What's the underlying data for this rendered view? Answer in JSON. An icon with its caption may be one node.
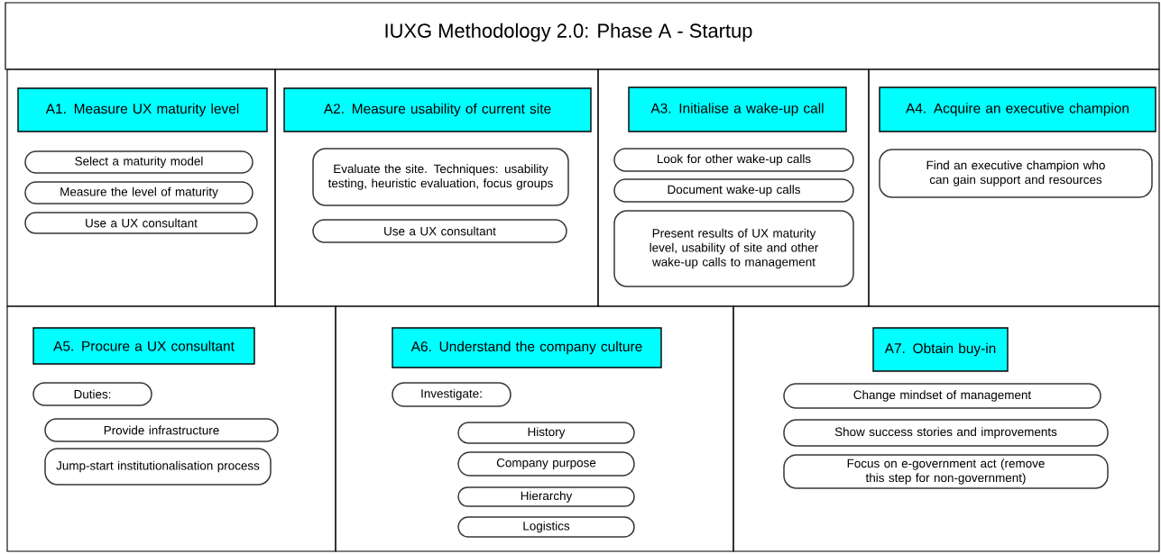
{
  "diagram": {
    "title": "IUXG Methodology 2.0: Phase A - Startup",
    "nodes": [
      {
        "text": [],
        "shape": "box"
      },
      {
        "text": [
          "A1. Measure UX maturity level"
        ],
        "in": 0
      },
      {
        "text": [
          "Select a maturity model"
        ],
        "in": 0
      },
      {
        "text": [
          "Measure the level of maturity"
        ],
        "in": 0
      },
      {
        "text": [
          "Use a UX consultant"
        ],
        "in": 0
      },
      {
        "text": [],
        "shape": "box"
      },
      {
        "text": [
          "A2. Measure usability of current site"
        ],
        "in": 5
      },
      {
        "text": [
          "Evaluate the site. Techniques: usability testing, heuristic evaluation, focus groups"
        ],
        "in": 5
      },
      {
        "text": [
          "Use a UX consultant"
        ],
        "in": 5
      },
      {
        "text": [],
        "shape": "box"
      },
      {
        "text": [
          "A3. Initialise a wake-up call"
        ],
        "in": 9
      },
      {
        "text": [
          "Look for other wake-up calls"
        ],
        "in": 9
      },
      {
        "text": [
          "Document wake-up calls"
        ],
        "in": 9
      },
      {
        "text": [
          "Present results of UX maturity level, usability of site and other wake-up calls to management"
        ],
        "in": 9
      },
      {
        "text": [],
        "shape": "box"
      },
      {
        "text": [
          "A4. Acquire an executive champion"
        ],
        "in": 14
      },
      {
        "text": [
          "Find an executive champion who can gain support and resources"
        ],
        "in": 14
      },
      {
        "text": [],
        "shape": "box"
      },
      {
        "text": [
          "A5. Procure a UX consultant"
        ],
        "in": 17
      },
      {
        "text": [
          "Duties:"
        ],
        "in": 17
      },
      {
        "text": [
          "Provide infrastructure"
        ],
        "in": 17
      },
      {
        "text": [
          "Jump-start institutionalisation process"
        ],
        "in": 17
      },
      {
        "text": [],
        "shape": "box"
      },
      {
        "text": [
          "A6. Understand the company culture"
        ],
        "in": 22
      },
      {
        "text": [
          "Investigate:"
        ],
        "in": 22
      },
      {
        "text": [
          "History"
        ],
        "in": 22
      },
      {
        "text": [
          "Company purpose"
        ],
        "in": 22
      },
      {
        "text": [
          "Hierarchy"
        ],
        "in": 22
      },
      {
        "text": [
          "Logistics"
        ],
        "in": 22
      },
      {
        "text": [],
        "shape": "box"
      },
      {
        "text": [
          "A7. Obtain buy-in"
        ],
        "in": 29
      },
      {
        "text": [
          "Change mindset of management"
        ],
        "in": 29
      },
      {
        "text": [
          "Show success stories and improvements"
        ],
        "in": 29
      },
      {
        "text": [
          "Focus on e-government act (remove this step for non-government)"
        ],
        "in": 29
      }
    ]
  }
}
